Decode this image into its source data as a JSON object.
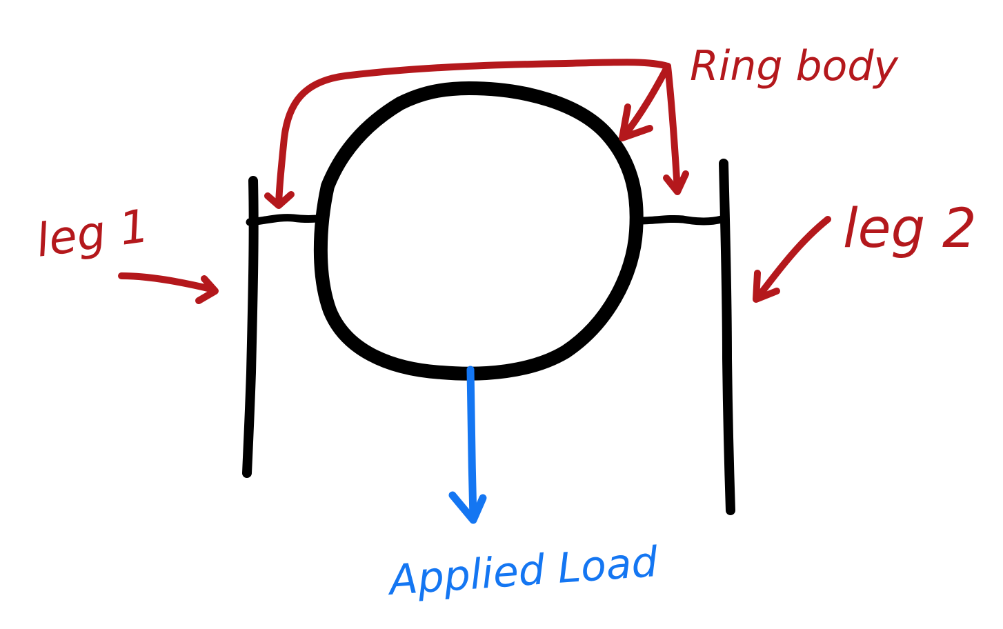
{
  "labels": {
    "ring_body": "Ring body",
    "leg1": "leg 1",
    "leg2": "leg 2",
    "applied_load": "Applied Load"
  },
  "colors": {
    "structure": "#000000",
    "annotation": "#b4181c",
    "load": "#1476f2",
    "background": "#ffffff"
  }
}
